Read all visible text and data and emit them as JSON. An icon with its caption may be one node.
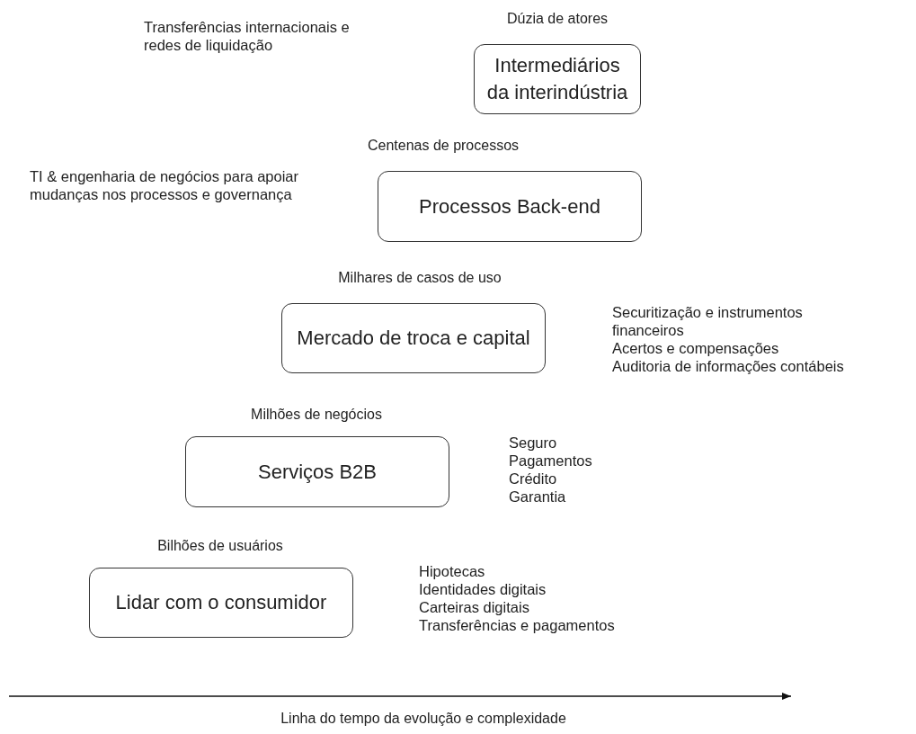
{
  "diagram": {
    "caption": "Linha do tempo da evolução e complexidade",
    "nodes": [
      {
        "text": [
          "Dúzia de atores",
          "Intermediários da interindústria"
        ]
      },
      {
        "text": [
          "Centenas de processos",
          "Processos Back-end"
        ]
      },
      {
        "text": [
          "Milhares de casos de uso",
          "Mercado de troca e capital"
        ],
        "beside": [
          "Securitização e instrumentos financeiros",
          "Acertos e compensações",
          "Auditoria de informações contábeis"
        ]
      },
      {
        "text": [
          "Milhões de negócios",
          "Serviços B2B"
        ],
        "beside": [
          "Seguro",
          "Pagamentos",
          "Crédito",
          "Garantia"
        ]
      },
      {
        "text": [
          "Bilhões de usuários",
          "Lidar com o consumidor"
        ],
        "beside": [
          "Hipotecas",
          "Identidades digitais",
          "Carteiras digitais",
          "Transferências e pagamentos"
        ]
      }
    ],
    "labels": [
      "Transferências internacionais e redes de liquidação",
      "TI & engenharia de negócios para apoiar mudanças nos processos e governança"
    ]
  }
}
